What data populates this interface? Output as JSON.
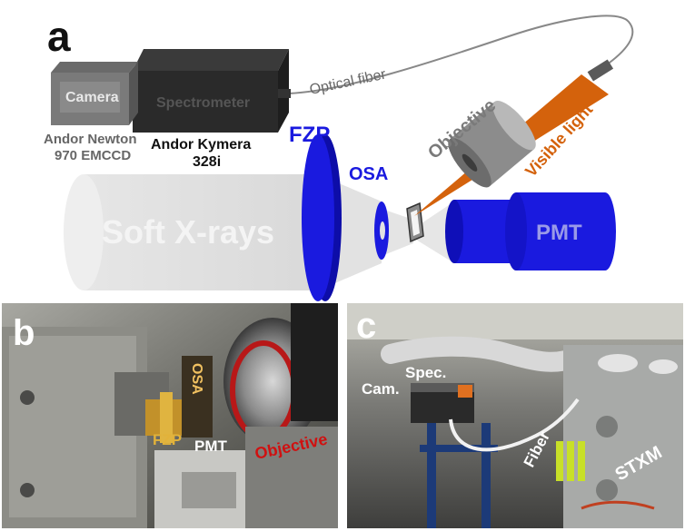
{
  "panel_a": {
    "letter": "a",
    "camera_label": "Camera",
    "camera_caption_line1": "Andor Newton",
    "camera_caption_line2": "970 EMCCD",
    "spectrometer_label": "Spectrometer",
    "spectrometer_caption_line1": "Andor Kymera",
    "spectrometer_caption_line2": "328i",
    "fiber_label": "Optical fiber",
    "fzp_label": "FZP",
    "osa_label": "OSA",
    "objective_label": "Objective",
    "visible_light_label": "Visible light",
    "pmt_label": "PMT",
    "xray_label": "Soft X-rays",
    "colors": {
      "blue": "#1a1adf",
      "orange": "#d4620c",
      "dark": "#2a2a2a",
      "gray_text": "#666666",
      "xray": "#e0e0e0",
      "xray_text": "#f2f2f2"
    }
  },
  "panel_b": {
    "letter": "b",
    "labels": {
      "osa": "OSA",
      "fzp": "FZP",
      "pmt": "PMT",
      "objective": "Objective"
    },
    "colors": {
      "fzp": "#e2b23a",
      "objective": "#d01010",
      "osa": "#f0c060"
    }
  },
  "panel_c": {
    "letter": "c",
    "labels": {
      "cam": "Cam.",
      "spec": "Spec.",
      "fiber": "Fiber",
      "stxm": "STXM"
    }
  }
}
